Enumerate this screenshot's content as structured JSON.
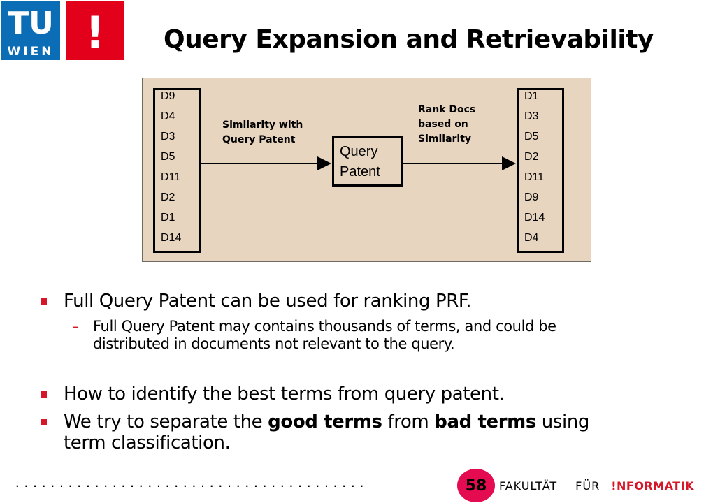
{
  "slide": {
    "title": "Query Expansion and Retrievability",
    "page_number": "58"
  },
  "logo": {
    "text_top": "TU",
    "text_bottom": "WIEN",
    "mark": "!",
    "colors": {
      "blue": "#0a6db5",
      "red": "#e2001a"
    }
  },
  "diagram": {
    "left_docs": [
      "D9",
      "D4",
      "D3",
      "D5",
      "D11",
      "D2",
      "D1",
      "D14"
    ],
    "right_docs": [
      "D1",
      "D3",
      "D5",
      "D2",
      "D11",
      "D9",
      "D14",
      "D4"
    ],
    "query_box": {
      "line1": "Query",
      "line2": "Patent"
    },
    "label_left": {
      "line1": "Similarity with",
      "line2": "Query Patent"
    },
    "label_right": {
      "line1": "Rank Docs",
      "line2": "based on",
      "line3": "Similarity"
    },
    "background_color": "#e8d5bf"
  },
  "bullets": {
    "b1": "Full Query Patent can be used for ranking PRF.",
    "b1_sub_line1": "Full Query Patent may contains thousands of terms, and could be",
    "b1_sub_line2": "distributed in documents not relevant to the query.",
    "b2": "How to identify the best terms from query patent.",
    "b3_pre": "We try to separate the ",
    "b3_bold1": "good terms",
    "b3_mid": " from ",
    "b3_bold2": "bad terms",
    "b3_post": " using",
    "b3_line2": "term classification."
  },
  "footer": {
    "dots": "........................................",
    "faculty_word": "FAKULTÄT",
    "fuer_word": "FÜR",
    "informatik_word": "!NFORMATIK"
  },
  "accent_color": "#d6172a"
}
